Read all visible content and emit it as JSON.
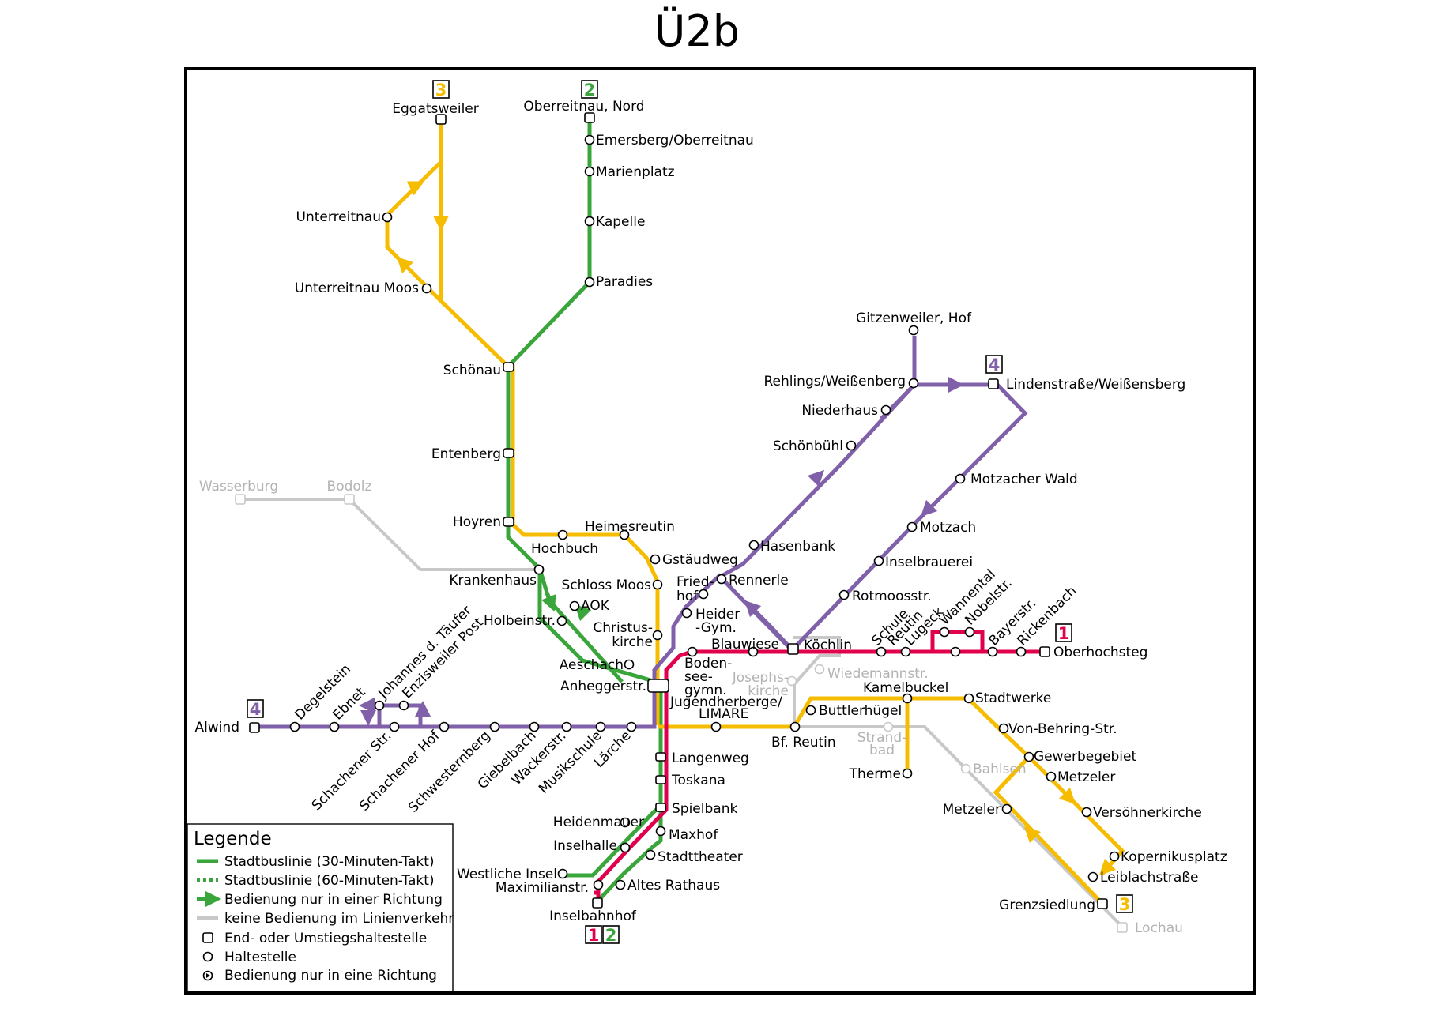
{
  "title": "Ü2b",
  "colors": {
    "line1": "#e0004d",
    "line2": "#3aa53a",
    "line3": "#f5bc00",
    "line4": "#8060a8",
    "inactive": "#c8c8c8"
  },
  "line_badges": {
    "l3_top": "3",
    "l2_top": "2",
    "l4_right": "4",
    "l1_right": "1",
    "l4_left": "4",
    "l3_bottom": "3",
    "l1_bottom": "1",
    "l2_bottom": "2"
  },
  "stations": {
    "eggatsweiler": "Eggatsweiler",
    "oberreitnau": "Oberreitnau, Nord",
    "emersberg": "Emersberg/Oberreitnau",
    "marienplatz": "Marienplatz",
    "kapelle": "Kapelle",
    "paradies": "Paradies",
    "unterreitnau": "Unterreitnau",
    "unterreitnau_moos": "Unterreitnau Moos",
    "schoenau": "Schönau",
    "entenberg": "Entenberg",
    "wasserburg": "Wasserburg",
    "bodolz": "Bodolz",
    "hoyren": "Hoyren",
    "heimesreutin": "Heimesreutin",
    "hochbuch": "Hochbuch",
    "gstaeudweg": "Gstäudweg",
    "krankenhaus": "Krankenhaus",
    "schloss_moos": "Schloss Moos",
    "aok": "AOK",
    "holbeinstr": "Holbeinstr.",
    "christus_1": "Christus-",
    "christus_2": "kirche",
    "aeschach": "Aeschach",
    "anheggerstr": "Anheggerstr.",
    "gitzenweiler": "Gitzenweiler, Hof",
    "rehlings": "Rehlings/Weißenberg",
    "lindenstrasse": "Lindenstraße/Weißensberg",
    "niederhaus": "Niederhaus",
    "schoenbuehl": "Schönbühl",
    "motzacher_wald": "Motzacher Wald",
    "motzach": "Motzach",
    "hasenbank": "Hasenbank",
    "inselbrauerei": "Inselbrauerei",
    "friedhof_1": "Fried-",
    "friedhof_2": "hof",
    "rennerle": "Rennerle",
    "heider_1": "Heider",
    "heider_2": "-Gym.",
    "rotmoosstr": "Rotmoosstr.",
    "blauwiese": "Blauwiese",
    "koechlin": "Köchlin",
    "schule_1": "Schule",
    "schule_2": "Reutin",
    "lugeck": "Lugeck",
    "wannental": "Wannental",
    "nobelstr": "Nobelstr.",
    "bayerstr": "Bayerstr.",
    "rickenbach": "Rickenbach",
    "oberhochsteg": "Oberhochsteg",
    "bodensee_1": "Boden-",
    "bodensee_2": "see-",
    "bodensee_3": "gymn.",
    "josephs_1": "Josephs-",
    "josephs_2": "kirche",
    "wiedemannstr": "Wiedemannstr.",
    "kamelbuckel": "Kamelbuckel",
    "stadtwerke": "Stadtwerke",
    "jugendherberge_1": "Jugendherberge/",
    "jugendherberge_2": "LIMARE",
    "buttlerhuegel": "Buttlerhügel",
    "von_behring": "Von-Behring-Str.",
    "bf_reutin": "Bf. Reutin",
    "strandbad_1": "Strand-",
    "strandbad_2": "bad",
    "therme": "Therme",
    "bahlsen": "Bahlsen",
    "gewerbegebiet": "Gewerbegebiet",
    "metzeler_east": "Metzeler",
    "metzeler_west": "Metzeler",
    "versoehnerkirche": "Versöhnerkirche",
    "kopernikusplatz": "Kopernikusplatz",
    "leiblachstrasse": "Leiblachstraße",
    "grenzsiedlung": "Grenzsiedlung",
    "lochau": "Lochau",
    "alwind": "Alwind",
    "degelstein": "Degelstein",
    "ebnet": "Ebnet",
    "johannes": "Johannes d. Täufer",
    "enzisweiler": "Enzisweiler Post",
    "schachener_str": "Schachener Str.",
    "schachener_hof": "Schachener Hof",
    "schwesternberg": "Schwesternberg",
    "giebelbach": "Giebelbach",
    "wackerstr": "Wackerstr.",
    "musikschule": "Musikschule",
    "laerche": "Lärche",
    "langenweg": "Langenweg",
    "toskana": "Toskana",
    "spielbank": "Spielbank",
    "heidenmauer": "Heidenmauer",
    "maxhof": "Maxhof",
    "inselhalle": "Inselhalle",
    "stadttheater": "Stadttheater",
    "westliche_insel": "Westliche Insel",
    "maximilianstr": "Maximilianstr.",
    "altes_rathaus": "Altes Rathaus",
    "inselbahnhof": "Inselbahnhof"
  },
  "legend": {
    "title": "Legende",
    "items": [
      "Stadtbuslinie (30-Minuten-Takt)",
      "Stadtbuslinie (60-Minuten-Takt)",
      "Bedienung nur in einer Richtung",
      "keine Bedienung im Linienverkehr",
      "End- oder Umstiegshaltestelle",
      "Haltestelle",
      "Bedienung nur in eine Richtung"
    ]
  }
}
